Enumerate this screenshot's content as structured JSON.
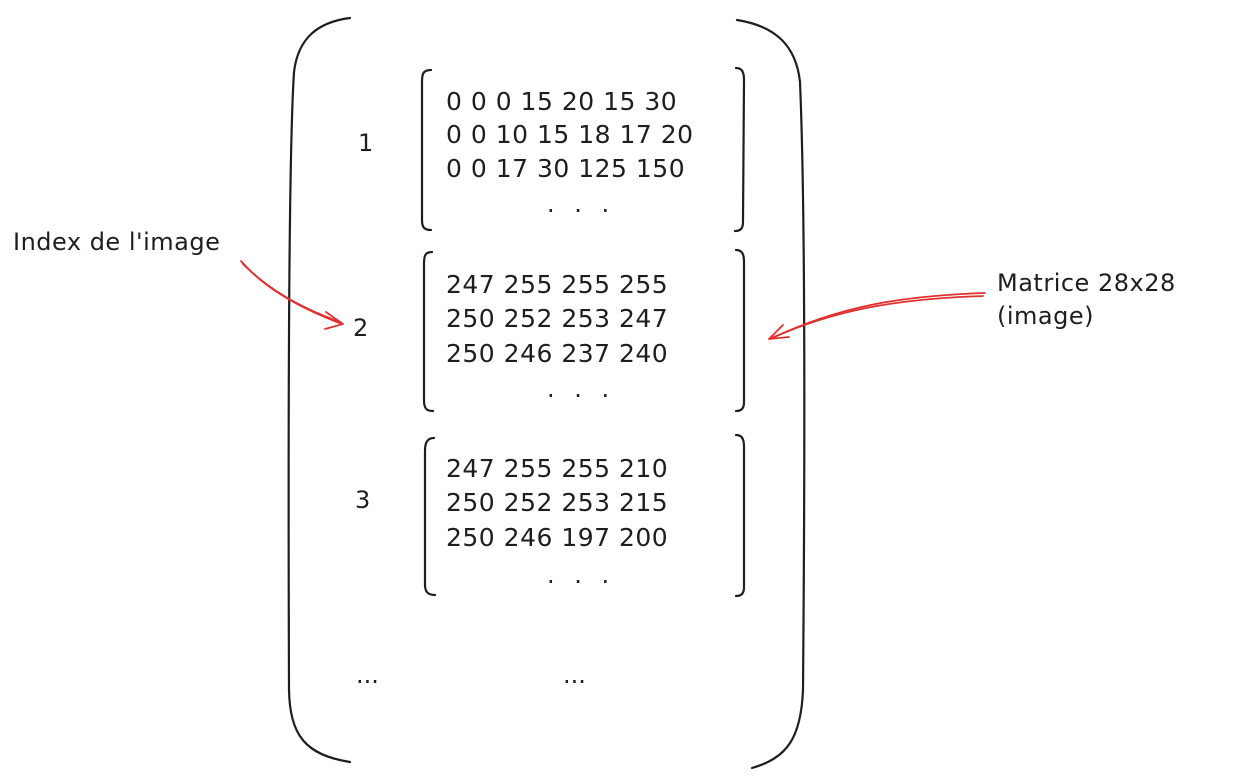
{
  "colors": {
    "ink": "#1e1e1e",
    "annotation": "#e03131"
  },
  "outer": {
    "bottom_row": {
      "index": "...",
      "matrix": "..."
    }
  },
  "rows": [
    {
      "index": "1",
      "lines": [
        "0 0 0 15 20 15 30",
        "0 0 10 15 18 17 20",
        "0 0 17 30 125 150"
      ],
      "more": ". . ."
    },
    {
      "index": "2",
      "lines": [
        "247 255 255 255",
        "250 252 253 247",
        "250 246 237 240"
      ],
      "more": ". . ."
    },
    {
      "index": "3",
      "lines": [
        "247 255 255 210",
        "250 252 253 215",
        "250 246 197 200"
      ],
      "more": ". . ."
    }
  ],
  "annotations": {
    "index_label": "Index de l'image",
    "matrix_label_line1": "Matrice 28x28",
    "matrix_label_line2": "(image)"
  }
}
